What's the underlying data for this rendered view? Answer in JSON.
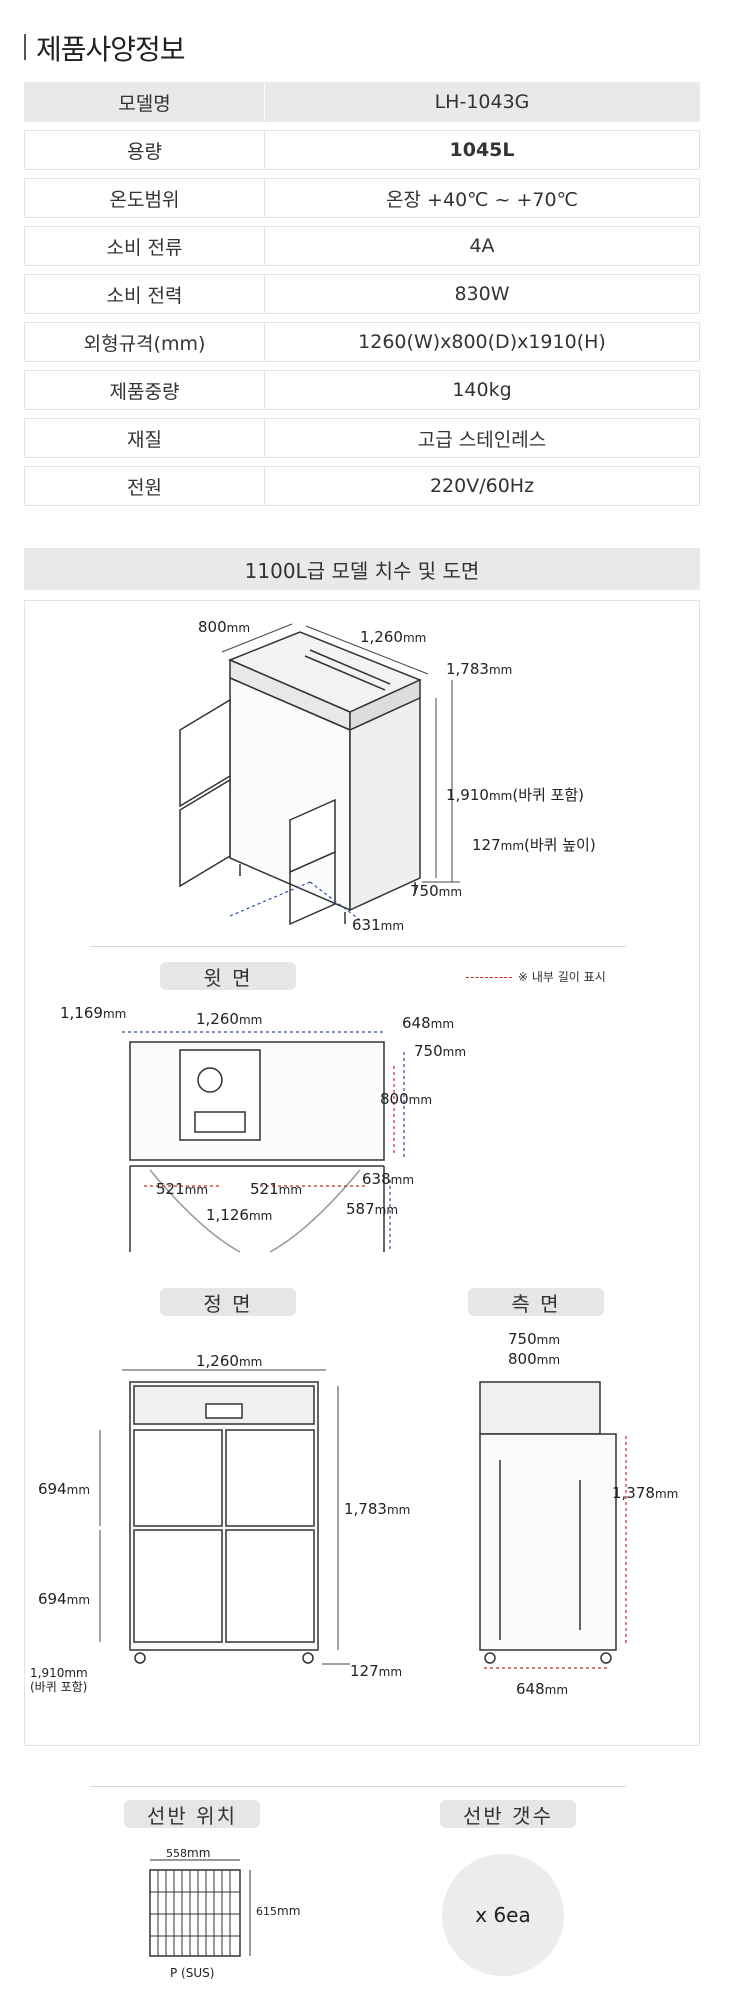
{
  "page_title": "제품사양정보",
  "specs": [
    {
      "label": "모델명",
      "value": "LH-1043G"
    },
    {
      "label": "용량",
      "value": "1045L"
    },
    {
      "label": "온도범위",
      "value": "온장 +40℃ ~ +70℃"
    },
    {
      "label": "소비 전류",
      "value": "4A"
    },
    {
      "label": "소비 전력",
      "value": "830W"
    },
    {
      "label": "외형규격(mm)",
      "value": "1260(W)x800(D)x1910(H)"
    },
    {
      "label": "제품중량",
      "value": "140kg"
    },
    {
      "label": "재질",
      "value": "고급 스테인레스"
    },
    {
      "label": "전원",
      "value": "220V/60Hz"
    }
  ],
  "drawing": {
    "section_title": "1100L급 모델 치수 및 도면",
    "iso": {
      "d800": "800",
      "d1260": "1,260",
      "d1783": "1,783",
      "d1910": "1,910",
      "d1910_note": "(바퀴 포함)",
      "d127": "127",
      "d127_note": "(바퀴 높이)",
      "d750": "750",
      "d631": "631",
      "unit": "mm"
    },
    "top": {
      "label": "윗 면",
      "note": "※ 내부 길이 표시",
      "d1169": "1,169",
      "d1260": "1,260",
      "d648": "648",
      "d750": "750",
      "d800": "800",
      "d521a": "521",
      "d521b": "521",
      "d1126": "1,126",
      "d638": "638",
      "d587": "587"
    },
    "front": {
      "label": "정 면",
      "d1260": "1,260",
      "d694a": "694",
      "d694b": "694",
      "d1783": "1,783",
      "d1910": "1,910",
      "d1910_note": "(바퀴 포함)",
      "d127": "127"
    },
    "side": {
      "label": "측 면",
      "d750": "750",
      "d800": "800",
      "d1378": "1,378",
      "d648": "648"
    }
  },
  "shelf": {
    "position_label": "선반 위치",
    "count_label": "선반 갯수",
    "width": "558",
    "height": "615",
    "material": "P (SUS)",
    "count": "x 6ea"
  }
}
